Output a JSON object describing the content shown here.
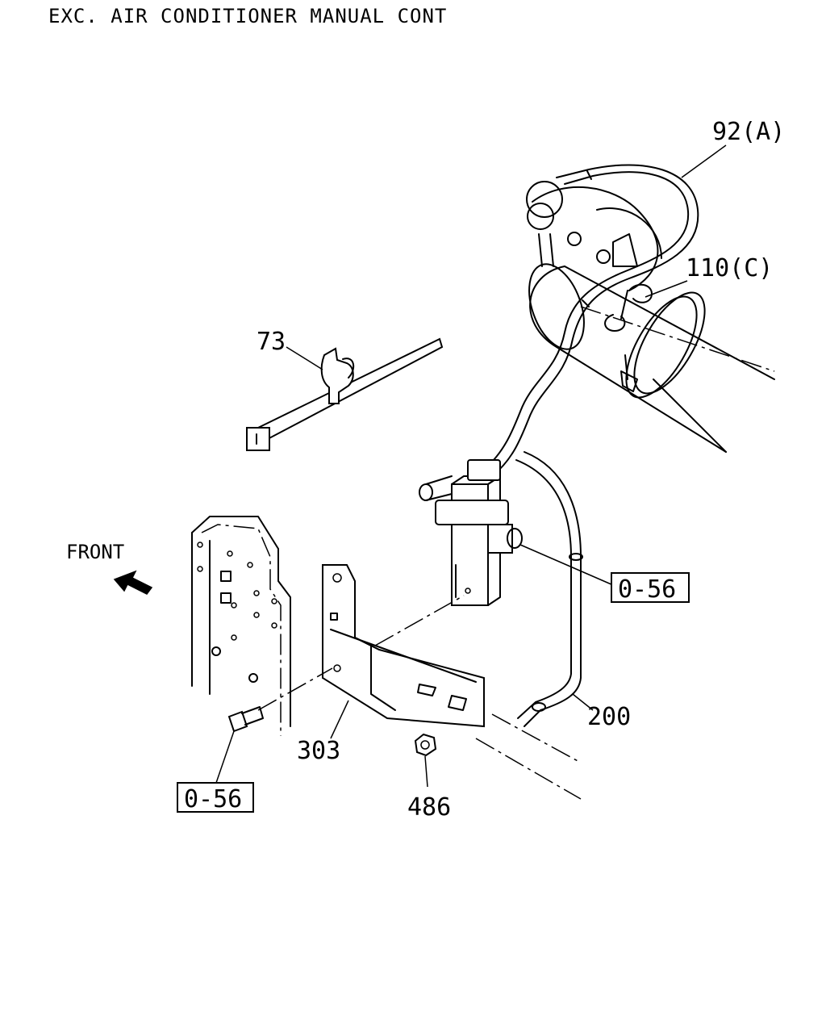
{
  "title": "EXC. AIR CONDITIONER MANUAL CONT",
  "direction_label": "FRONT",
  "callouts": {
    "c92": "92(A)",
    "c110": "110(C)",
    "c73": "73",
    "ref_right": "0-56",
    "c200": "200",
    "c303": "303",
    "ref_left": "0-56",
    "c486": "486"
  },
  "icons": [
    "front-arrow-icon"
  ]
}
